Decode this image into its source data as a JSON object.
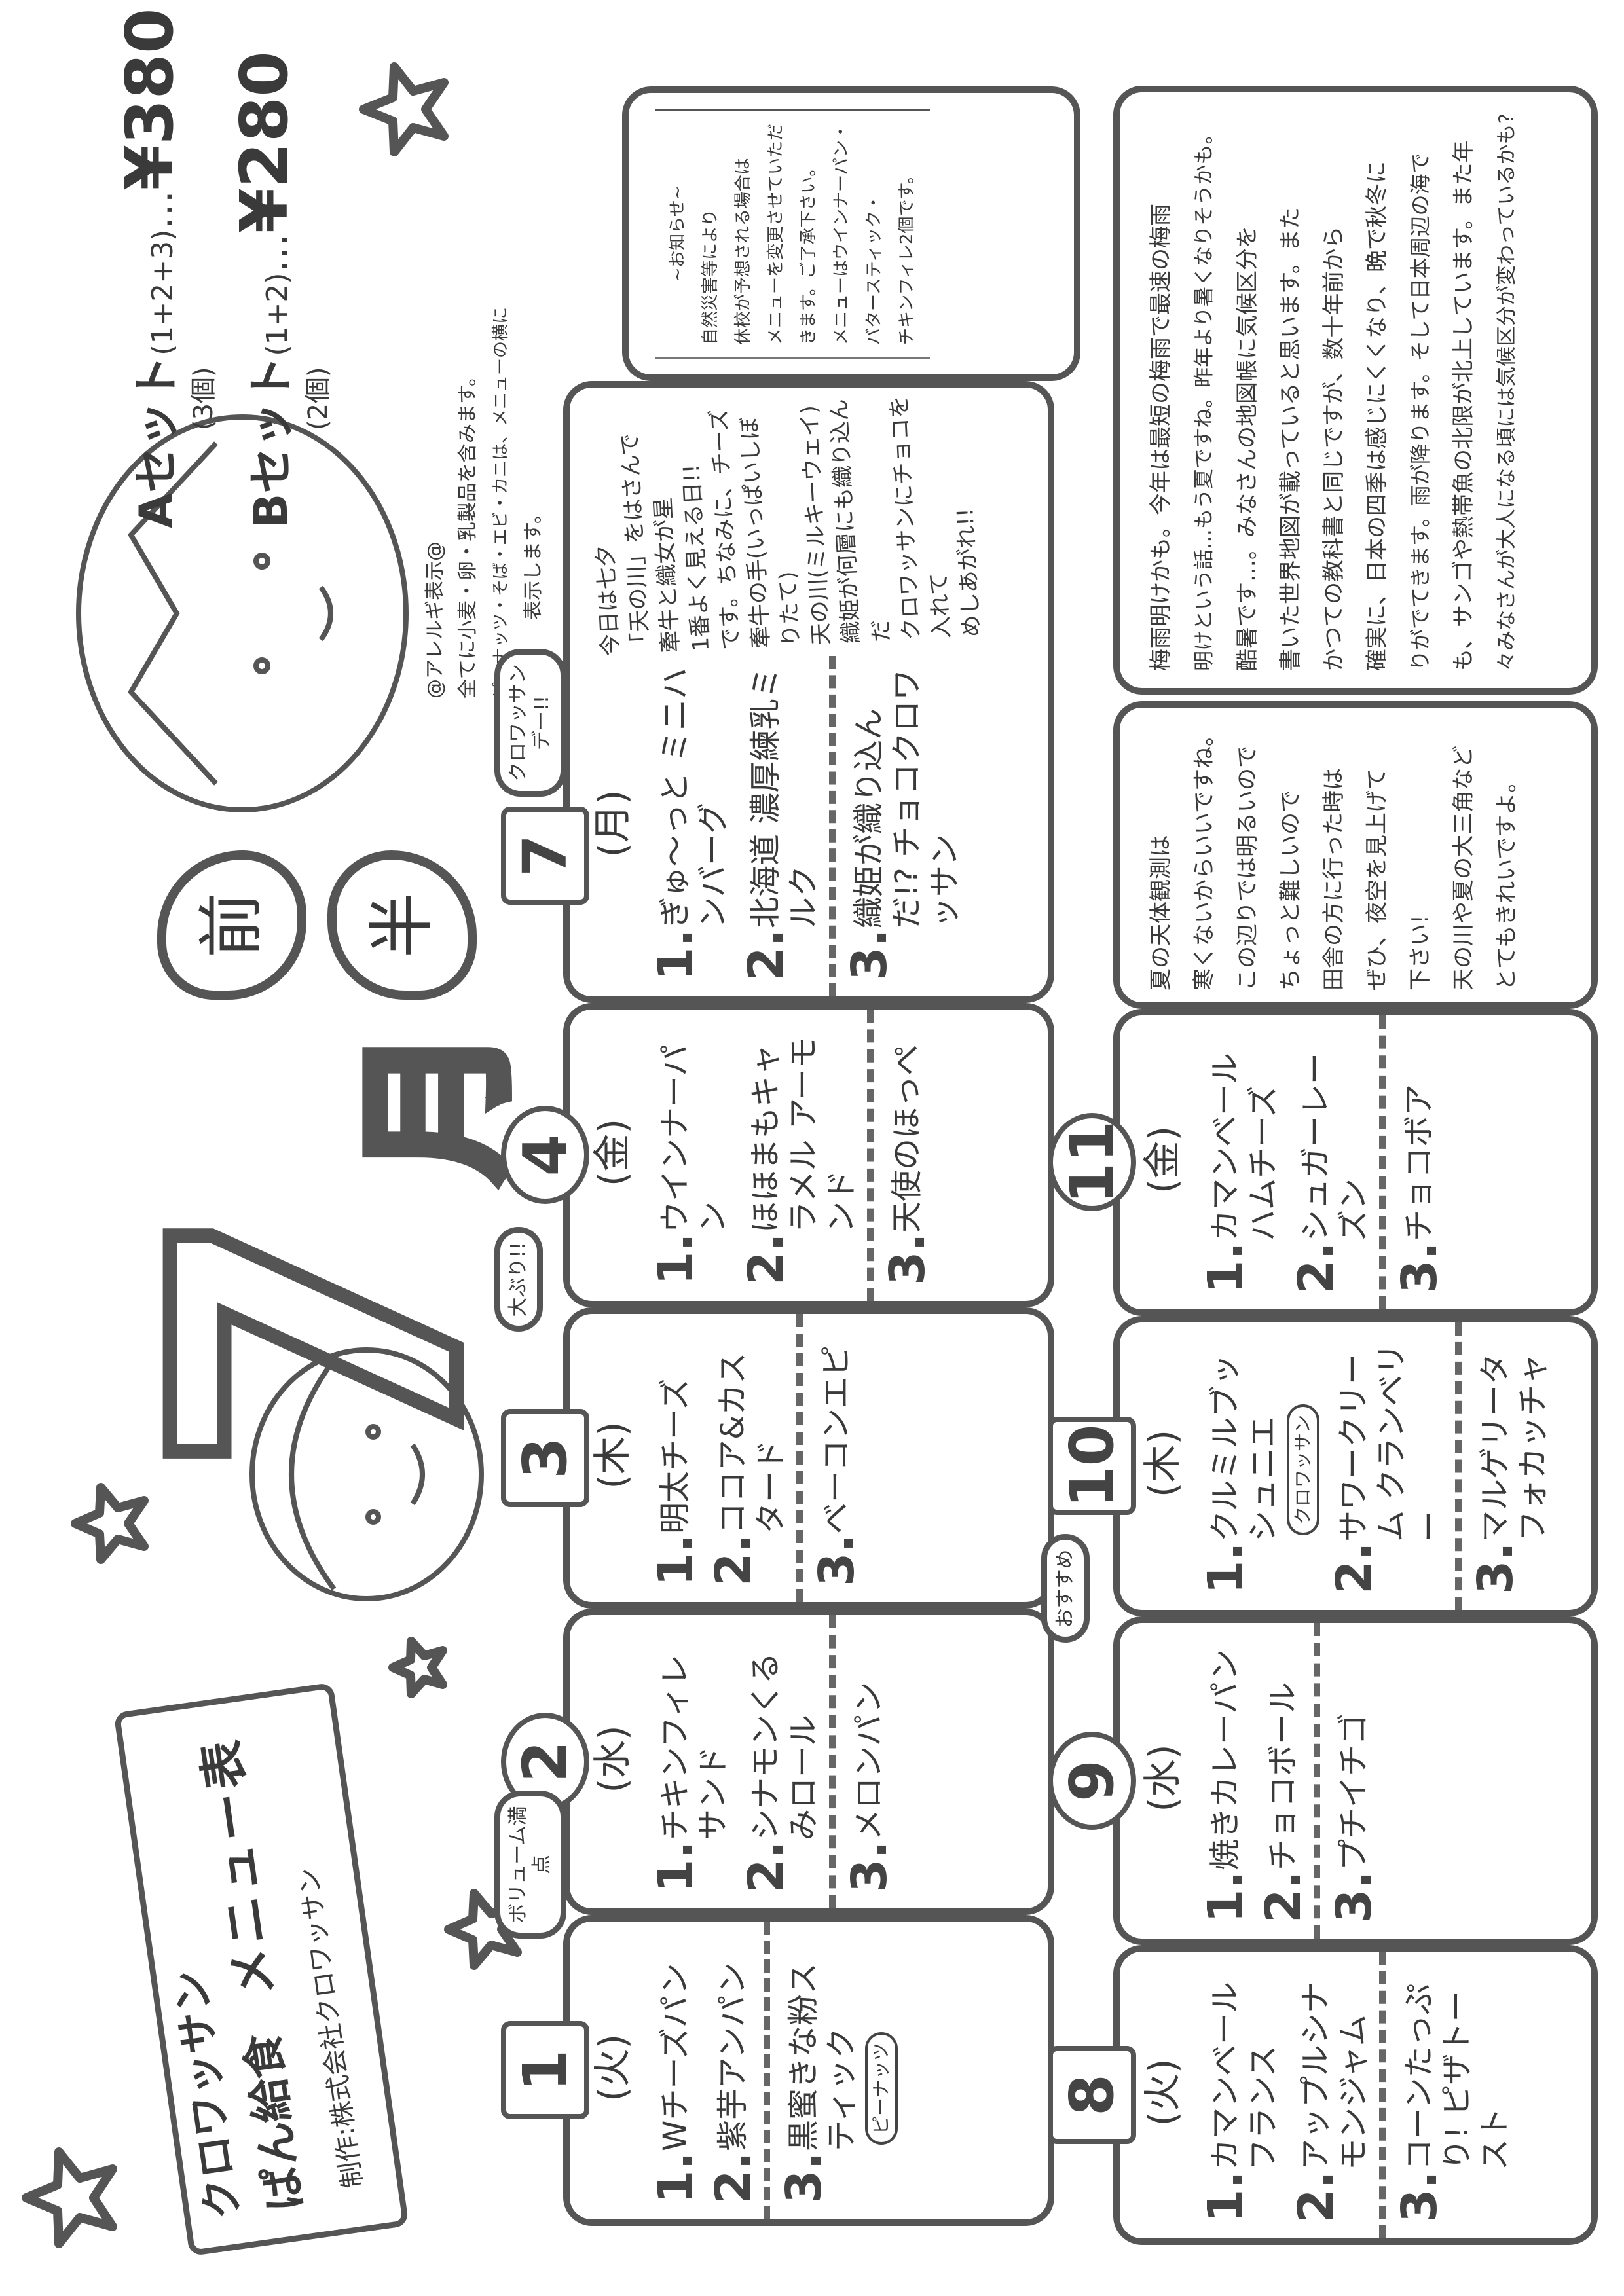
{
  "title": {
    "line1": "クロワッサン",
    "line2": "ぱん給食",
    "line3": "メニュー表",
    "credit": "制作:株式会社クロワッサン"
  },
  "month_title": {
    "month": "7",
    "unit": "月",
    "first": "前",
    "half": "半"
  },
  "sets": [
    {
      "name": "Aセット",
      "combo": "(1+2+3)",
      "dots": "…",
      "price": "¥380",
      "count": "(3個)"
    },
    {
      "name": "Bセット",
      "combo": "(1+2)",
      "dots": "…",
      "price": "¥280",
      "count": "(2個)"
    }
  ],
  "allergy": {
    "heading": "@アレルギ表示@",
    "lines": [
      "全てに小麦・卵・乳製品を含みます。",
      "ピーナッツ・そば・エビ・カニは、メニューの横に",
      "表示します。"
    ]
  },
  "notice": {
    "heading": "~お知らせ~",
    "lines": [
      "自然災害等により",
      "休校が予想される場合は",
      "メニューを変更させていただ",
      "きます。ご了承下さい。",
      "メニューはウインナーパン・",
      "バタースティック・",
      "チキンフィレ2個です。"
    ]
  },
  "days": [
    {
      "date": "1",
      "weekday": "(火)",
      "items": [
        {
          "num": "1.",
          "name": "Wチーズパン"
        },
        {
          "num": "2.",
          "name": "紫芋アンパン"
        },
        {
          "num": "3.",
          "name": "黒蜜きな粉スティック",
          "tag": "ピーナッツ"
        }
      ]
    },
    {
      "date": "2",
      "weekday": "(水)",
      "badge": "ボリューム満点",
      "items": [
        {
          "num": "1.",
          "name": "チキンフィレサンド"
        },
        {
          "num": "2.",
          "name": "シナモンくるみロール"
        },
        {
          "num": "3.",
          "name": "メロンパン"
        }
      ]
    },
    {
      "date": "3",
      "weekday": "(木)",
      "items": [
        {
          "num": "1.",
          "name": "明太チーズ"
        },
        {
          "num": "2.",
          "name": "ココア&カスタード"
        },
        {
          "num": "3.",
          "name": "ベーコンエピ"
        }
      ]
    },
    {
      "date": "4",
      "weekday": "(金)",
      "badge": "大ぶり!!",
      "items": [
        {
          "num": "1.",
          "name": "ウインナーパン"
        },
        {
          "num": "2.",
          "name": "ほほまもキャラメル アーモンド"
        },
        {
          "num": "3.",
          "name": "天使のほっぺ"
        }
      ]
    },
    {
      "date": "7",
      "weekday": "(月)",
      "badge": "クロワッサンデー!!",
      "items": [
        {
          "num": "1.",
          "name": "ぎゅ〜っと ミニハンバーグ"
        },
        {
          "num": "2.",
          "name": "北海道 濃厚練乳ミルク"
        },
        {
          "num": "3.",
          "name": "織姫が織り込んだ!? チョコクロワッサン"
        }
      ],
      "note": [
        "今日は七夕",
        "「天の川」をはさんで",
        "牽牛と織女が星",
        "1番よく見える日!!",
        "です。ちなみに、チーズ",
        "牽牛の手(いっぱいしぼりたて)",
        "天の川(ミルキーウェイ)",
        "織姫が何層にも織り込んだ",
        "クロワッサンにチョコを入れて",
        "めしあがれ!!"
      ]
    },
    {
      "date": "8",
      "weekday": "(火)",
      "items": [
        {
          "num": "1.",
          "name": "カマンベール フランス"
        },
        {
          "num": "2.",
          "name": "アップルシナモンジャム"
        },
        {
          "num": "3.",
          "name": "コーンたっぷり! ピザトースト"
        }
      ]
    },
    {
      "date": "9",
      "weekday": "(水)",
      "items": [
        {
          "num": "1.",
          "name": "焼きカレーパン"
        },
        {
          "num": "2.",
          "name": "チョコボール"
        },
        {
          "num": "3.",
          "name": "プチイチゴ"
        }
      ]
    },
    {
      "date": "10",
      "weekday": "(木)",
      "badge": "おすすめ",
      "items": [
        {
          "num": "1.",
          "name": "クルミルブッシュニエ",
          "tag": "クロワッサン"
        },
        {
          "num": "2.",
          "name": "サワークリーム クランベリー"
        },
        {
          "num": "3.",
          "name": "マルゲリータ フォカッチャ"
        }
      ]
    },
    {
      "date": "11",
      "weekday": "(金)",
      "items": [
        {
          "num": "1.",
          "name": "カマンベール ハムチーズ"
        },
        {
          "num": "2.",
          "name": "シュガーレーズン"
        },
        {
          "num": "3.",
          "name": "チョコボア"
        }
      ]
    }
  ],
  "summer": {
    "lines": [
      "夏の天体観測は",
      "寒くないからいいですね。",
      "この辺りでは明るいので",
      "ちょっと難しいので",
      "田舎の方に行った時は",
      "ぜひ、夜空を見上げて",
      "下さい!",
      "天の川や夏の大三角など",
      "とてもきれいですよ。"
    ]
  },
  "column": {
    "lines": [
      "梅雨明けかも。今年は最短の梅雨で最速の梅雨",
      "明けという話…もう夏ですね。昨年より暑くなりそうかも。",
      "酷暑です…。みなさんの地図帳に気候区分を",
      "書いた世界地図が載っていると思います。また",
      "かつての教科書と同じですが、数十年前から",
      "確実に、日本の四季は感じにくくなり、晩で秋冬に",
      "りがでてきます。雨が降ります。そして日本周辺の海で",
      "も、サンゴや熱帯魚の北限が北上しています。また年",
      "々みなさんが大人になる頃には気候区分が変わっているかも?"
    ]
  }
}
